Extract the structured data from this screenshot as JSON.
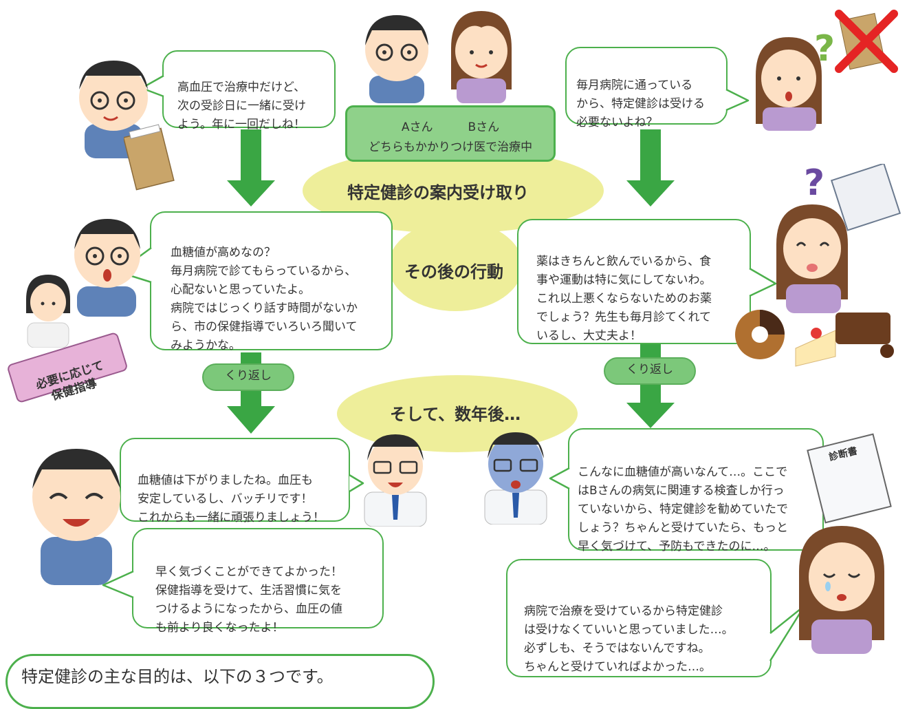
{
  "center": {
    "persons_ab": "Aさん　　　Bさん",
    "both_treated": "どちらもかかりつけ医で治療中",
    "step1": "特定健診の案内受け取り",
    "step2": "その後の行動",
    "step3": "そして、数年後…"
  },
  "repeat_label": "くり返し",
  "health_guidance_badge": "必要に応じて\n保健指導",
  "person_a": {
    "bubble1": "高血圧で治療中だけど、\n次の受診日に一緒に受け\nよう。年に一回だしね！",
    "bubble2": "血糖値が高めなの？\n毎月病院で診てもらっているから、\n心配ないと思っていたよ。\n病院ではじっくり話す時間がないか\nら、市の保健指導でいろいろ聞いて\nみようかな。",
    "bubble_final": "早く気づくことができてよかった！\n保健指導を受けて、生活習慣に気を\nつけるようになったから、血圧の値\nも前より良くなったよ！"
  },
  "doctor_a": {
    "bubble": "血糖値は下がりましたね。血圧も\n安定しているし、バッチリです！\nこれからも一緒に頑張りましょう！"
  },
  "person_b": {
    "bubble1": "毎月病院に通っている\nから、特定健診は受ける\n必要ないよね？",
    "bubble2": "薬はきちんと飲んでいるから、食\n事や運動は特に気にしてないわ。\nこれ以上悪くならないためのお薬\nでしょう？先生も毎月診てくれて\nいるし、大丈夫よ！",
    "bubble_final": "病院で治療を受けているから特定健診\nは受けなくていいと思っていました…。\n必ずしも、そうではないんですね。\nちゃんと受けていればよかった…。"
  },
  "doctor_b": {
    "bubble": "こんなに血糖値が高いなんて…。ここで\nはBさんの病気に関連する検査しか行っ\nていないから、特定健診を勧めていたで\nしょう？ちゃんと受けていたら、もっと\n早く気づけて、予防もできたのに…。"
  },
  "diagnosis_doc": "診断書",
  "footer_text": "特定健診の主な目的は、以下の３つです。",
  "colors": {
    "green": "#4cb04c",
    "arrow": "#3aa644",
    "oval": "#eeee9a",
    "pill": "#7cc87a",
    "pink": "#e7b2d8",
    "skin": "#fde0c4",
    "hair": "#2d2d2d",
    "shirt_blue": "#5e82b8",
    "apron": "#b99ad0",
    "red_x": "#e52424"
  }
}
